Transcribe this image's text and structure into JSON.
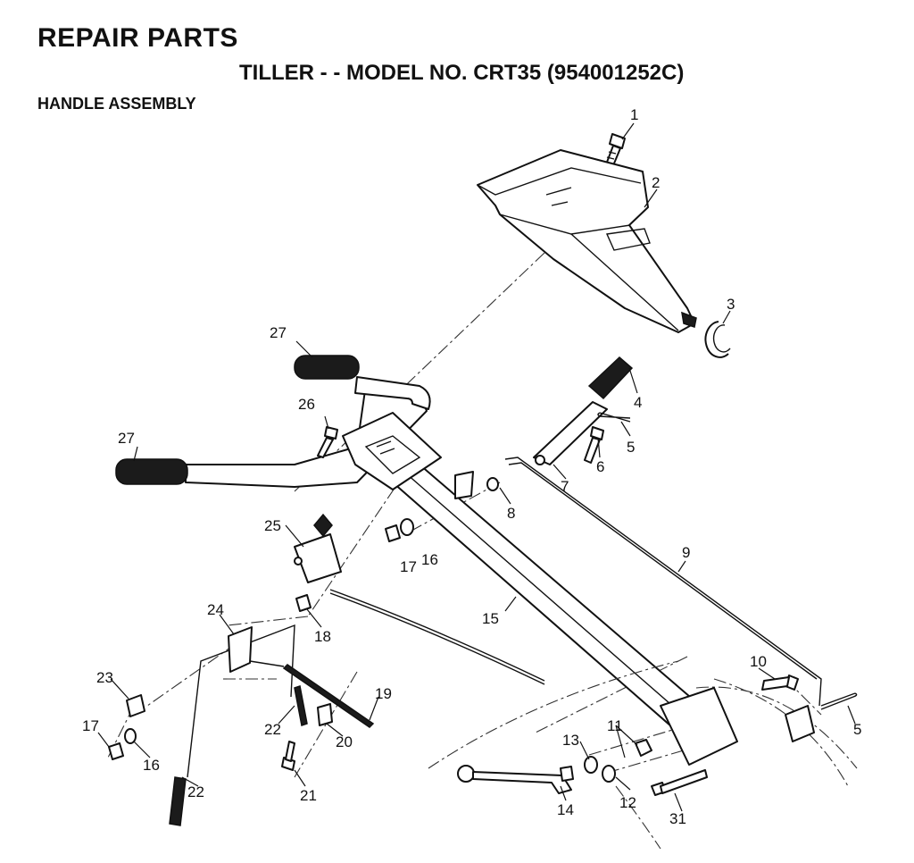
{
  "header": {
    "title": "REPAIR PARTS",
    "subtitle": "TILLER - - MODEL NO. CRT35 (954001252C)",
    "section": "HANDLE ASSEMBLY"
  },
  "callouts": {
    "c1": "1",
    "c2": "2",
    "c3": "3",
    "c4": "4",
    "c5a": "5",
    "c5b": "5",
    "c6": "6",
    "c7": "7",
    "c8": "8",
    "c9": "9",
    "c10": "10",
    "c11": "11",
    "c12": "12",
    "c13": "13",
    "c14": "14",
    "c15": "15",
    "c16a": "16",
    "c16b": "16",
    "c17a": "17",
    "c17b": "17",
    "c18": "18",
    "c19": "19",
    "c20": "20",
    "c21": "21",
    "c22a": "22",
    "c22b": "22",
    "c23": "23",
    "c24": "24",
    "c25": "25",
    "c26": "26",
    "c27a": "27",
    "c27b": "27",
    "c31": "31"
  }
}
